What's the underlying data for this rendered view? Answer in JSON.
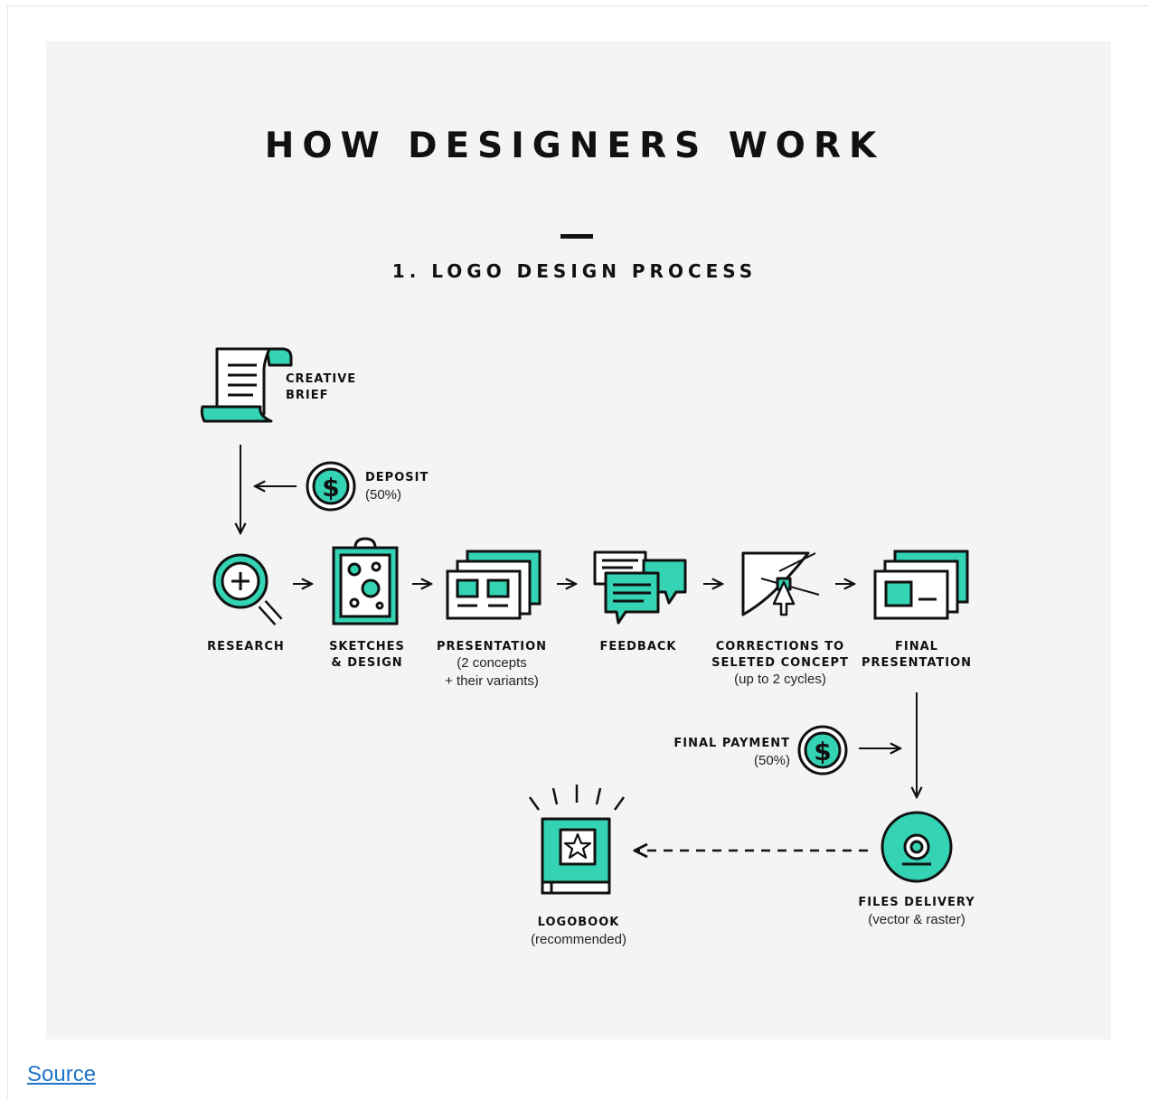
{
  "colors": {
    "accent": "#34d3b4",
    "ink": "#111111",
    "panel": "#f4f4f4",
    "link": "#1e74c8"
  },
  "title": "HOW DESIGNERS WORK",
  "subtitle": "1. LOGO DESIGN PROCESS",
  "steps": {
    "creative_brief": {
      "label_1": "CREATIVE",
      "label_2": "BRIEF",
      "icon": "scroll-document-icon"
    },
    "deposit": {
      "label": "DEPOSIT",
      "note": "(50%)",
      "icon": "dollar-coin-icon"
    },
    "research": {
      "label": "RESEARCH",
      "icon": "magnifier-plus-icon"
    },
    "sketches": {
      "label_1": "SKETCHES",
      "label_2": "& DESIGN",
      "icon": "clipboard-sketch-icon"
    },
    "presentation": {
      "label": "PRESENTATION",
      "note_1": "(2 concepts",
      "note_2": "+ their variants)",
      "icon": "stacked-slides-icon"
    },
    "feedback": {
      "label": "FEEDBACK",
      "icon": "speech-bubbles-icon"
    },
    "corrections": {
      "label_1": "CORRECTIONS TO",
      "label_2": "SELETED CONCEPT",
      "note": "(up to 2 cycles)",
      "icon": "pen-tool-icon"
    },
    "final_presentation": {
      "label_1": "FINAL",
      "label_2": "PRESENTATION",
      "icon": "final-slides-icon"
    },
    "final_payment": {
      "label": "FINAL PAYMENT",
      "note": "(50%)",
      "icon": "dollar-coin-icon"
    },
    "files_delivery": {
      "label": "FILES DELIVERY",
      "note": "(vector & raster)",
      "icon": "disc-icon"
    },
    "logobook": {
      "label": "LOGOBOOK",
      "note": "(recommended)",
      "icon": "star-book-icon"
    }
  },
  "source_link": "Source"
}
